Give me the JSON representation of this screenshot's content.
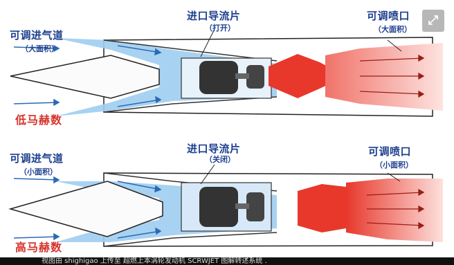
{
  "top": {
    "inlet_label": "可调进气道",
    "inlet_sub": "（大面积）",
    "guide_label": "进口导流片",
    "guide_sub": "（打开）",
    "nozzle_label": "可调喷口",
    "nozzle_sub": "（大面积）",
    "mach": "低马赫数"
  },
  "bottom": {
    "inlet_label": "可调进气道",
    "inlet_sub": "（小面积）",
    "guide_label": "进口导流片",
    "guide_sub": "（关闭）",
    "nozzle_label": "可调喷口",
    "nozzle_sub": "（小面积）",
    "mach": "高马赫数"
  },
  "caption": "视图由 shighigao 上传至 超燃上本涡轮发动机 SCRWJET 图解转述系统 .",
  "expand_icon": "expand-icon",
  "colors": {
    "label_blue": "#1d3f8f",
    "mach_red": "#d6342c",
    "airflow_blue": "#5aa8e6",
    "exhaust_red": "#e8382c"
  }
}
